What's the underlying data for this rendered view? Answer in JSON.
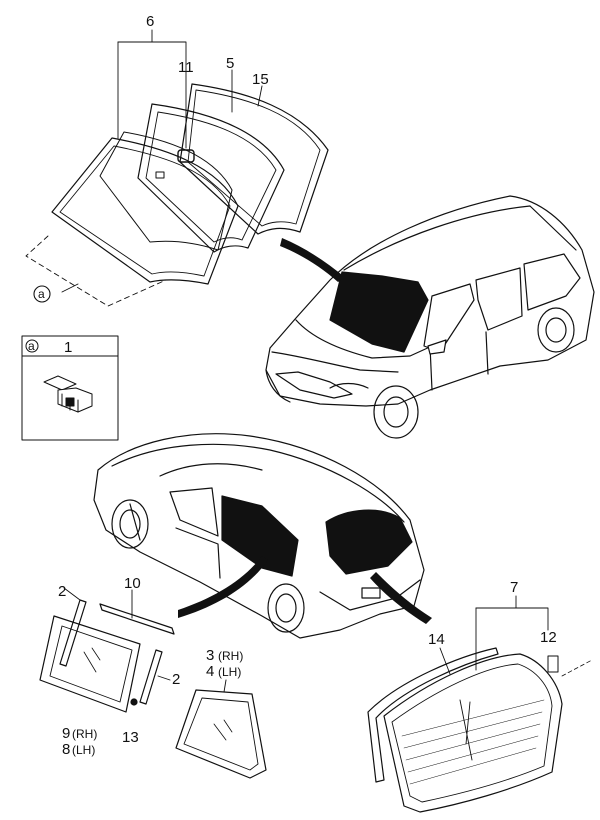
{
  "callouts": {
    "c6": "6",
    "c11": "11",
    "c5": "5",
    "c15": "15",
    "c7": "7",
    "c12": "12",
    "c14": "14",
    "c10": "10",
    "c2a": "2",
    "c2b": "2",
    "c3": "3",
    "c3s": "(RH)",
    "c4": "4",
    "c4s": "(LH)",
    "c9": "9",
    "c9s": "(RH)",
    "c8": "8",
    "c8s": "(LH)",
    "c13": "13"
  },
  "detail_box": {
    "ref": "a",
    "part": "1"
  },
  "ref_marker": "a",
  "colors": {
    "line": "#111111",
    "glass": "#111111",
    "background": "#ffffff"
  }
}
